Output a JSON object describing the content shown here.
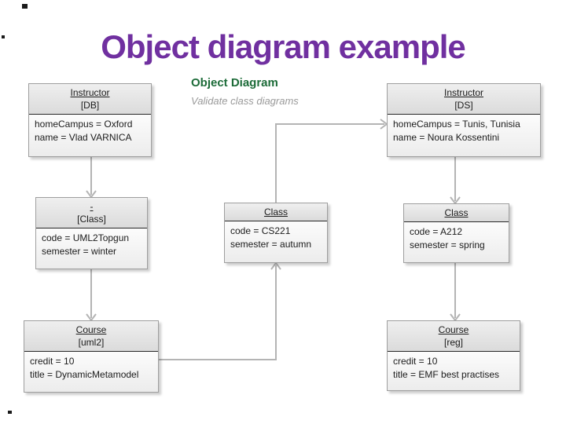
{
  "slide": {
    "title": "Object diagram example"
  },
  "caption": {
    "heading": "Object Diagram",
    "subheading": "Validate class diagrams"
  },
  "colors": {
    "title_text": "#7030A0",
    "caption_heading": "#1C6B38",
    "caption_sub": "#9A9A9A",
    "box_border": "#9E9E9E",
    "box_header_fill": "#E4E4E4",
    "box_body_fill": "#F5F5F5",
    "compartment_divider": "#262626",
    "connector": "#B4B4B4"
  },
  "objects": [
    {
      "name": "Instructor",
      "qualifier": "[DB]",
      "attributes": [
        "homeCampus = Oxford",
        "name = Vlad VARNICA"
      ]
    },
    {
      "name": "Instructor",
      "qualifier": "[DS]",
      "attributes": [
        "homeCampus = Tunis, Tunisia",
        "name = Noura Kossentini"
      ]
    },
    {
      "name": "-",
      "qualifier": "[Class]",
      "attributes": [
        "code = UML2Topgun",
        "semester = winter"
      ]
    },
    {
      "name": "Class",
      "attributes": [
        "code = CS221",
        "semester = autumn"
      ]
    },
    {
      "name": "Class",
      "attributes": [
        "code = A212",
        "semester = spring"
      ]
    },
    {
      "name": "Course",
      "qualifier": "[uml2]",
      "attributes": [
        "credit = 10",
        "title = DynamicMetamodel"
      ]
    },
    {
      "name": "Course",
      "qualifier": "[reg]",
      "attributes": [
        "credit = 10",
        "title = EMF best practises"
      ]
    }
  ]
}
